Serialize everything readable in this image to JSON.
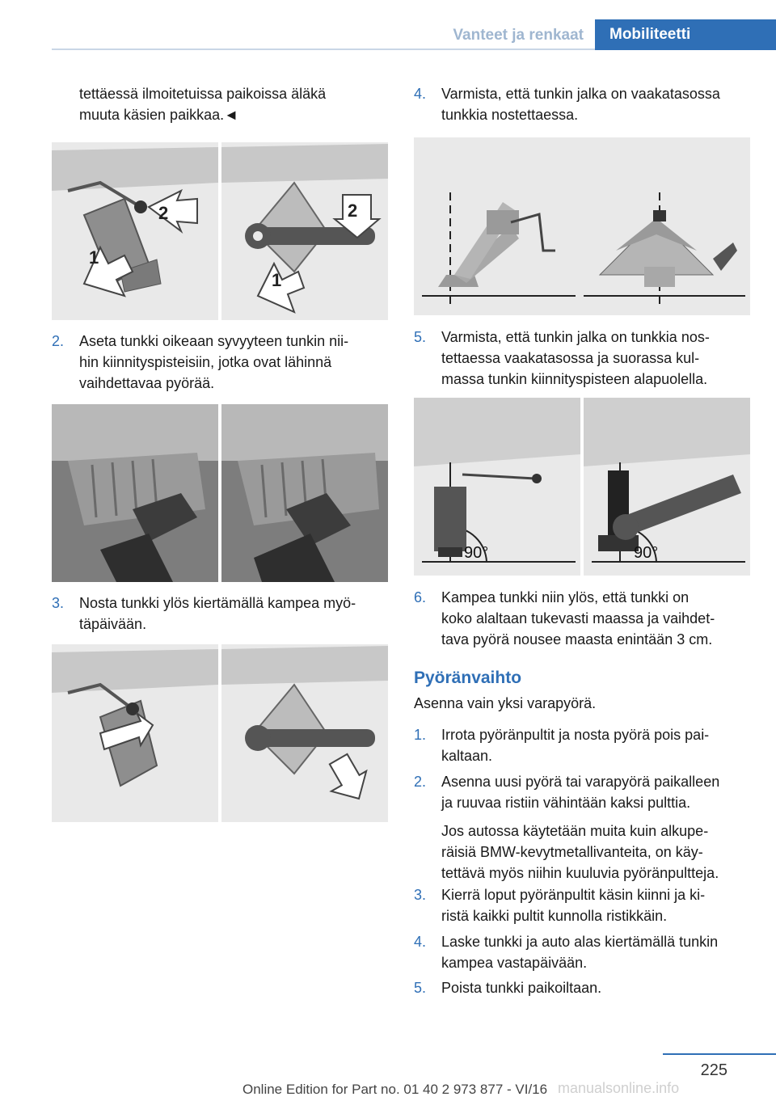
{
  "header": {
    "tab_section": "Vanteet ja renkaat",
    "tab_chapter": "Mobiliteetti"
  },
  "left": {
    "intro_line1": "tettäessä ilmoitetuissa paikoissa äläkä",
    "intro_line2": "muuta käsien paikkaa.◄",
    "steps": [
      {
        "num": "2.",
        "lines": [
          "Aseta tunkki oikeaan syvyyteen tunkin nii-",
          "hin kiinnityspisteisiin, jotka ovat lähinnä",
          "vaihdettavaa pyörää."
        ]
      },
      {
        "num": "3.",
        "lines": [
          "Nosta tunkki ylös kiertämällä kampea myö-",
          "täpäivään."
        ]
      }
    ],
    "fig1_labels": [
      "1",
      "2",
      "2",
      "1"
    ]
  },
  "right": {
    "steps": [
      {
        "num": "4.",
        "lines": [
          "Varmista, että tunkin jalka on vaakatasossa",
          "tunkkia nostettaessa."
        ]
      },
      {
        "num": "5.",
        "lines": [
          "Varmista, että tunkin jalka on tunkkia nos-",
          "tettaessa vaakatasossa ja suorassa kul-",
          "massa tunkin kiinnityspisteen alapuolella."
        ]
      },
      {
        "num": "6.",
        "lines": [
          "Kampea tunkki niin ylös, että tunkki on",
          "koko alaltaan tukevasti maassa ja vaihdet-",
          "tava pyörä nousee maasta enintään 3 cm."
        ]
      }
    ],
    "angle_labels": [
      "90°",
      "90°"
    ],
    "section_title": "Pyöränvaihto",
    "section_intro": "Asenna vain yksi varapyörä.",
    "list": [
      {
        "num": "1.",
        "lines": [
          "Irrota pyöränpultit ja nosta pyörä pois pai-",
          "kaltaan."
        ]
      },
      {
        "num": "2.",
        "lines": [
          "Asenna uusi pyörä tai varapyörä paikalleen",
          "ja ruuvaa ristiin vähintään kaksi pulttia."
        ]
      },
      {
        "num": "",
        "lines": [
          "Jos autossa käytetään muita kuin alkupe-",
          "räisiä BMW-kevytmetallivanteita, on käy-",
          "tettävä myös niihin kuuluvia pyöränpultteja."
        ]
      },
      {
        "num": "3.",
        "lines": [
          "Kierrä loput pyöränpultit käsin kiinni ja ki-",
          "ristä kaikki pultit kunnolla ristikkäin."
        ]
      },
      {
        "num": "4.",
        "lines": [
          "Laske tunkki ja auto alas kiertämällä tunkin",
          "kampea vastapäivään."
        ]
      },
      {
        "num": "5.",
        "lines": [
          "Poista tunkki paikoiltaan."
        ]
      }
    ]
  },
  "footer": {
    "page_number": "225",
    "edition": "Online Edition for Part no. 01 40 2 973 877 - VI/16",
    "watermark": "manualsonline.info"
  }
}
